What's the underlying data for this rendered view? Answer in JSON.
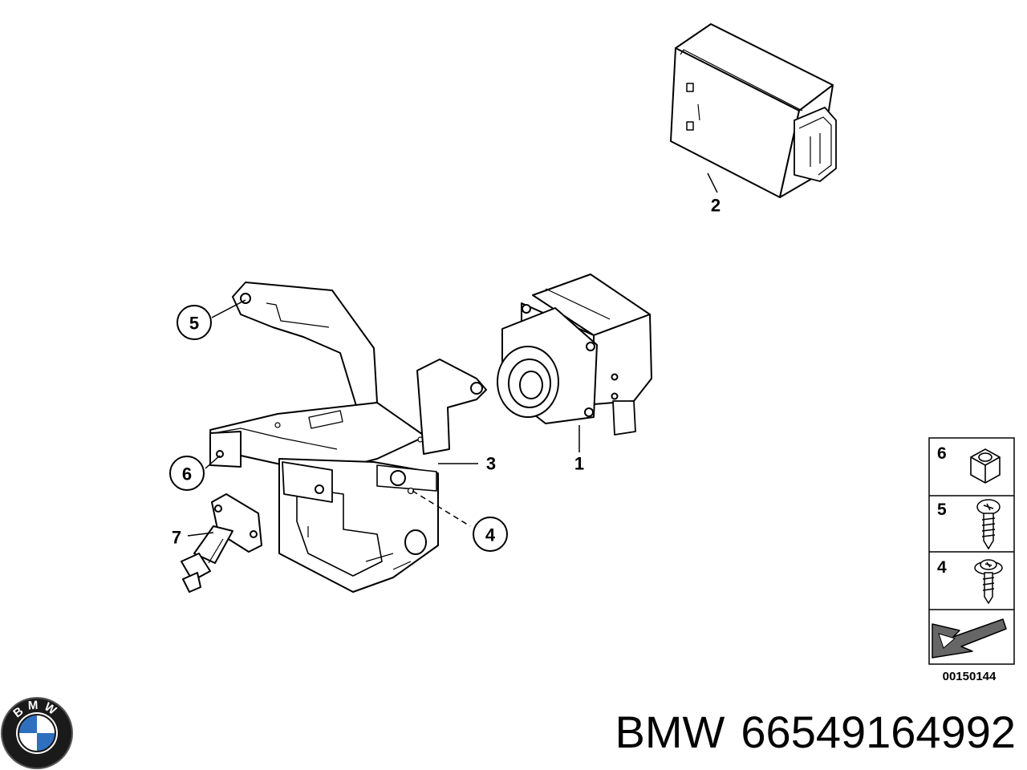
{
  "diagram": {
    "callouts": [
      {
        "number": "1",
        "circled": false
      },
      {
        "number": "2",
        "circled": false
      },
      {
        "number": "3",
        "circled": false
      },
      {
        "number": "4",
        "circled": true
      },
      {
        "number": "5",
        "circled": true
      },
      {
        "number": "6",
        "circled": true
      },
      {
        "number": "7",
        "circled": false
      }
    ],
    "legend": {
      "rows": [
        {
          "number": "6",
          "icon": "hex-nut-icon"
        },
        {
          "number": "5",
          "icon": "screw-icon"
        },
        {
          "number": "4",
          "icon": "flange-screw-icon"
        }
      ],
      "arrow_icon": "forward-arrow-icon"
    },
    "reference_code": "00150144"
  },
  "footer": {
    "logo_letters": [
      "B",
      "M",
      "W"
    ],
    "brand": "BMW",
    "part_number": "66549164992"
  }
}
